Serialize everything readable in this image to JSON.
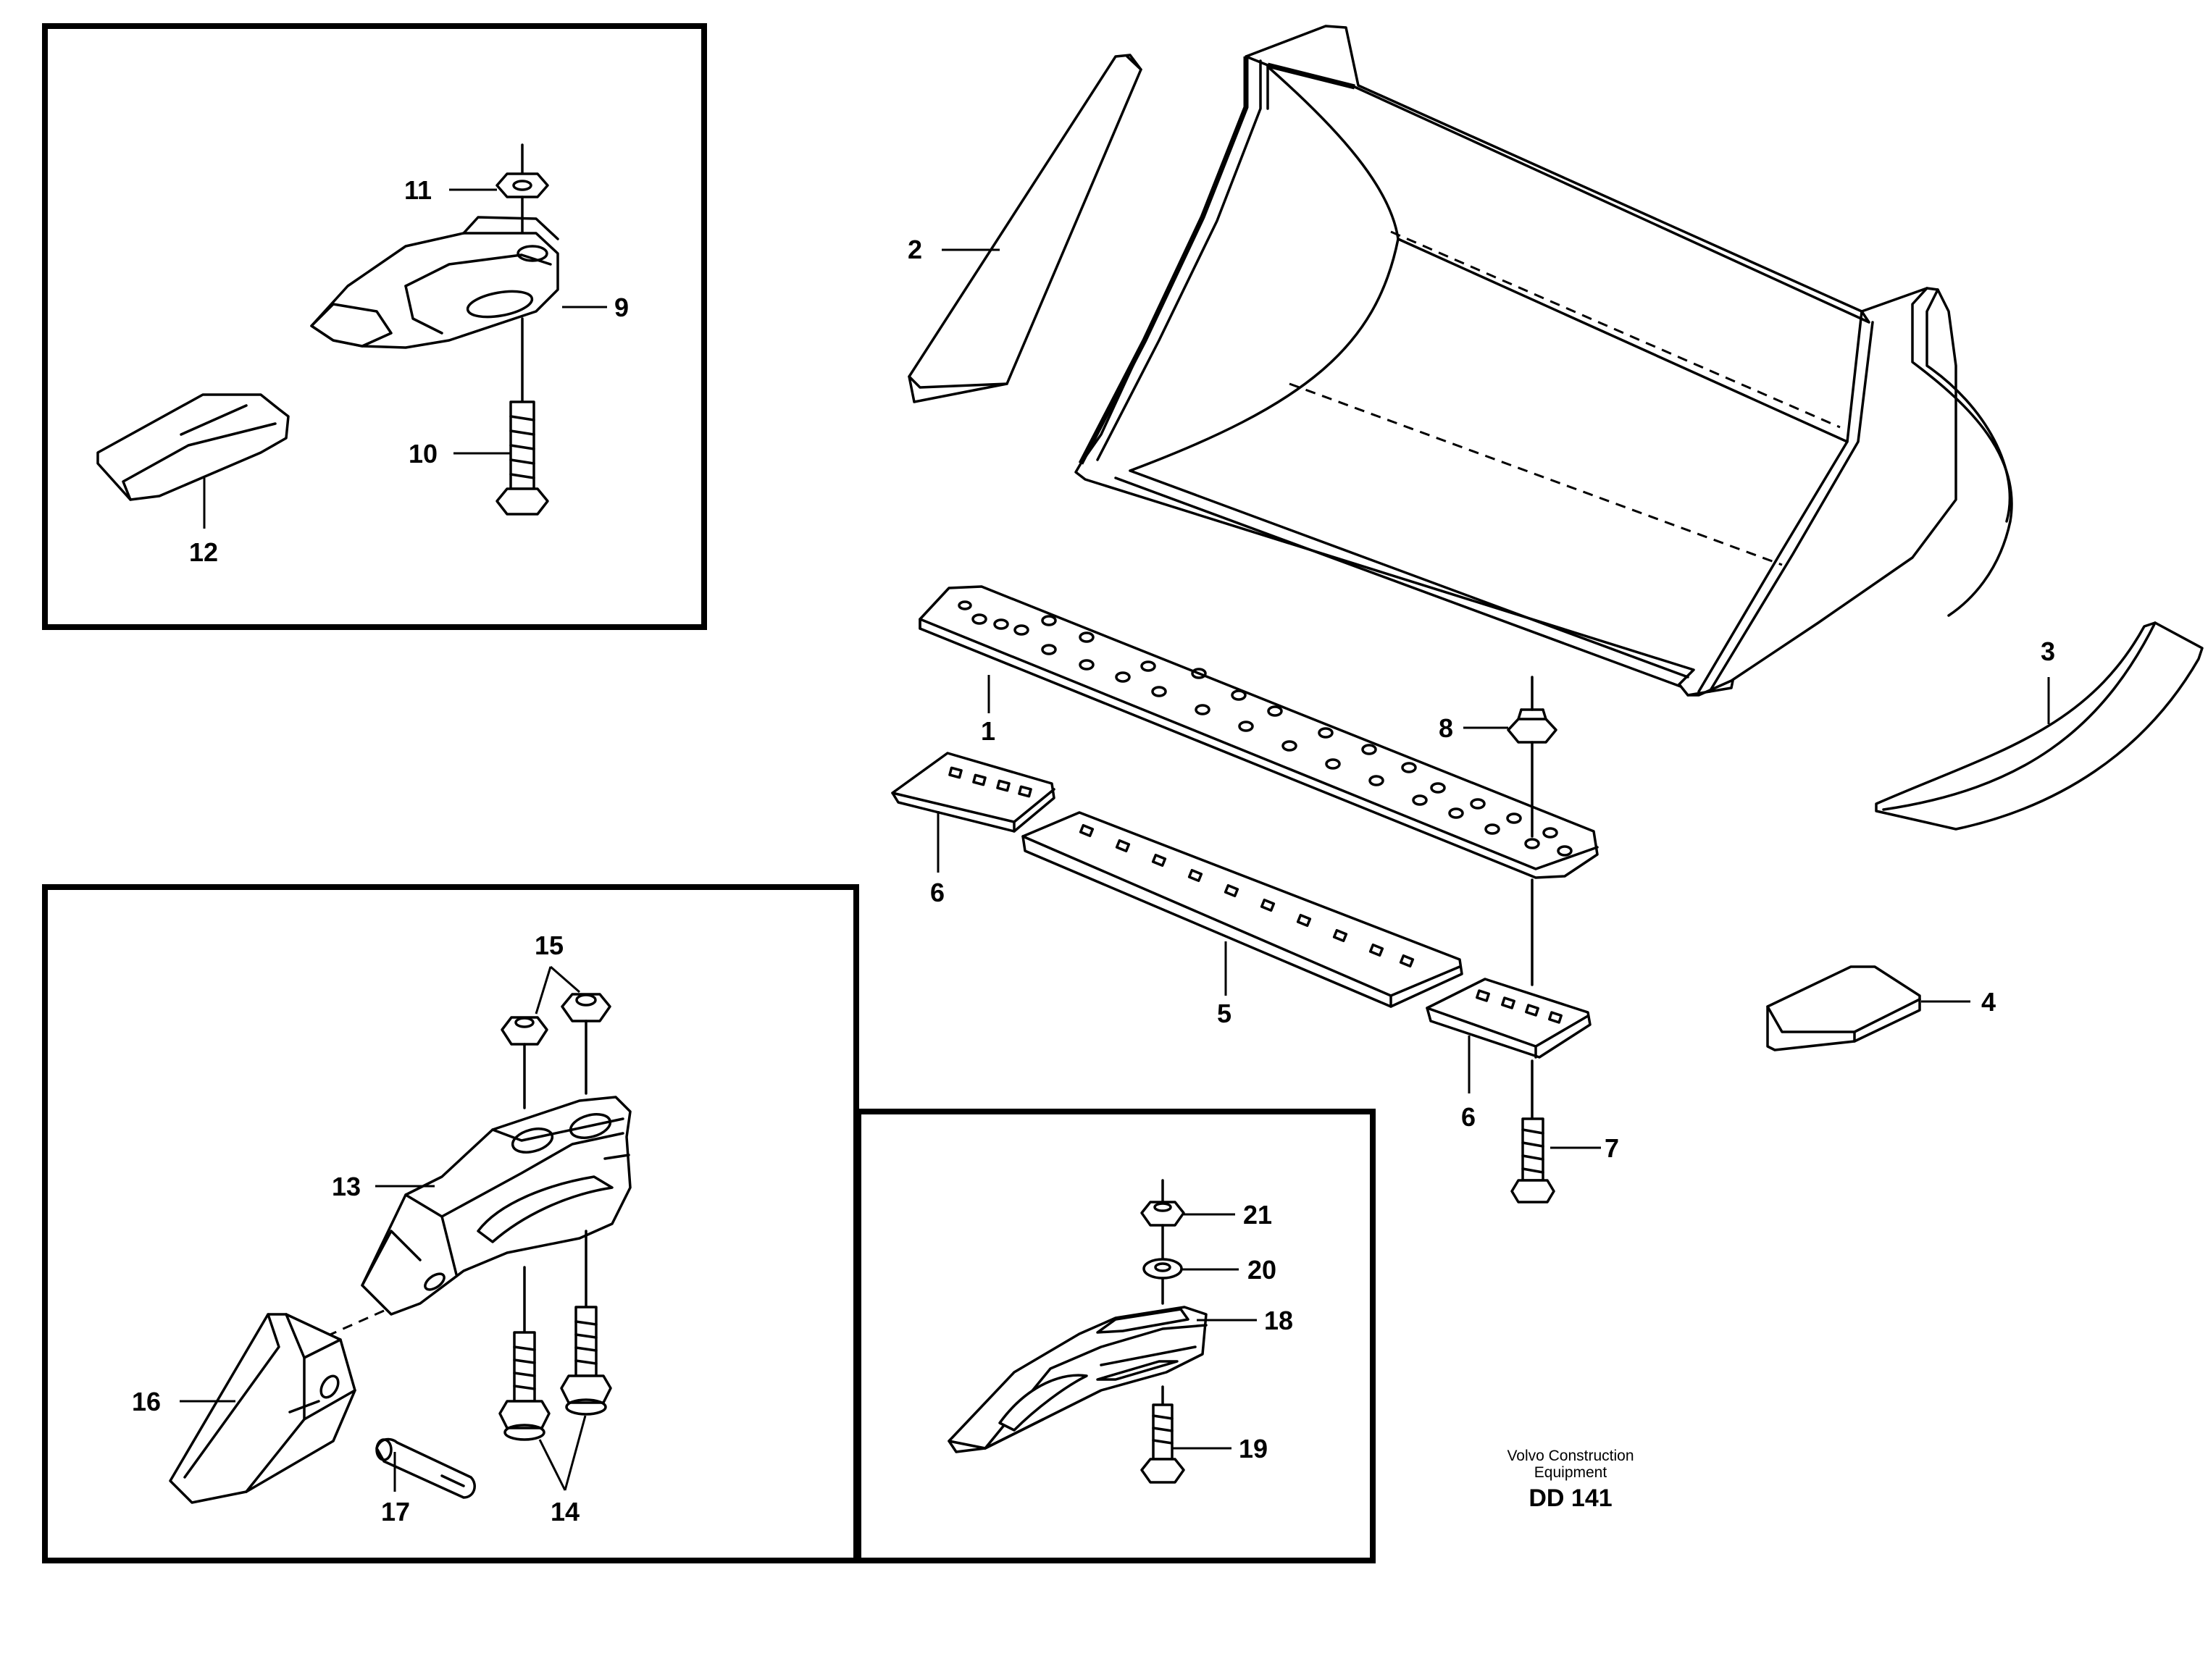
{
  "callouts": {
    "c1": "1",
    "c2": "2",
    "c3": "3",
    "c4": "4",
    "c5": "5",
    "c6a": "6",
    "c6b": "6",
    "c7": "7",
    "c8": "8",
    "c9": "9",
    "c10": "10",
    "c11": "11",
    "c12": "12",
    "c13": "13",
    "c14": "14",
    "c15": "15",
    "c16": "16",
    "c17": "17",
    "c18": "18",
    "c19": "19",
    "c20": "20",
    "c21": "21"
  },
  "credit": {
    "line1": "Volvo Construction",
    "line2": "Equipment"
  },
  "drawing_id": "DD 141"
}
